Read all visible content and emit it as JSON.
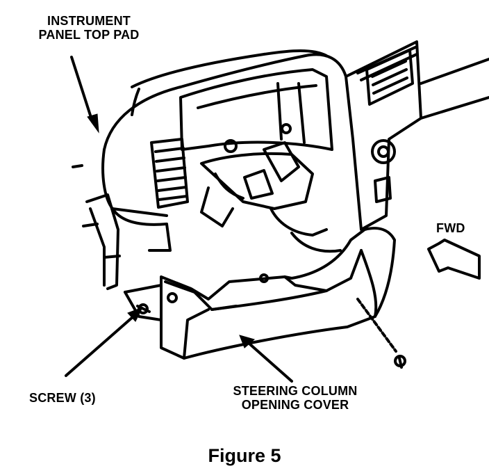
{
  "labels": {
    "instrument_panel_top_pad": [
      "INSTRUMENT",
      "PANEL TOP PAD"
    ],
    "fwd": "FWD",
    "screw": "SCREW (3)",
    "steering_column_opening_cover": [
      "STEERING COLUMN",
      "OPENING COVER"
    ]
  },
  "caption": "Figure 5",
  "colors": {
    "ink": "#000000",
    "paper": "#ffffff"
  }
}
